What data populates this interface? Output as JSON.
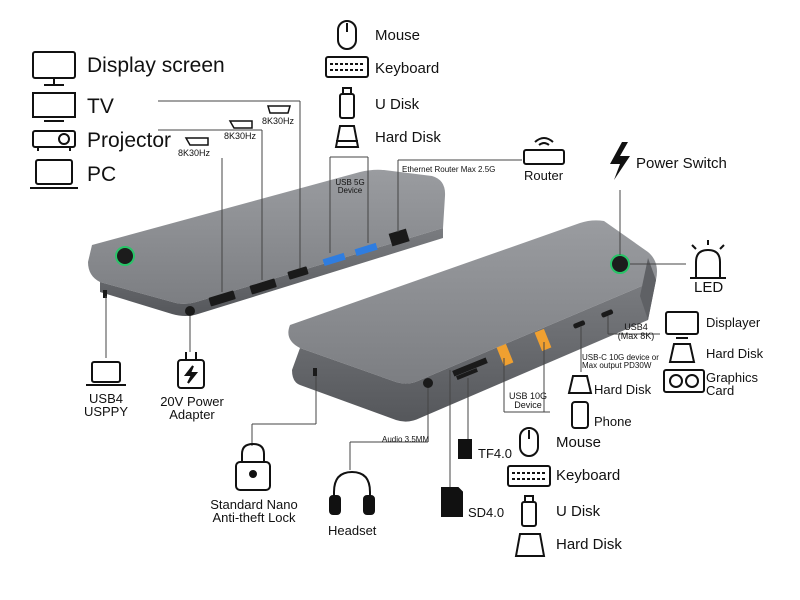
{
  "colors": {
    "hub_top": "#8c8e92",
    "hub_front": "#6a6c70",
    "port_blue": "#2f7de0",
    "port_orange": "#f0a030",
    "led": "#29c468",
    "line": "#444444"
  },
  "left_devices": {
    "display_screen": "Display screen",
    "tv": "TV",
    "projector": "Projector",
    "pc": "PC"
  },
  "hdmi_labels": [
    "8K30Hz",
    "8K30Hz",
    "8K30Hz"
  ],
  "top_devices": {
    "mouse": "Mouse",
    "keyboard": "Keyboard",
    "udisk": "U Disk",
    "harddisk": "Hard Disk"
  },
  "usb5g": {
    "line1": "USB 5G",
    "line2": "Device"
  },
  "ethernet": {
    "label": "Ethernet Router Max 2.5G",
    "router": "Router"
  },
  "power_switch": "Power Switch",
  "led": "LED",
  "usb4_right": {
    "line1": "USB4",
    "line2": "(Max 8K)"
  },
  "right_devices": {
    "displayer": "Displayer",
    "harddisk": "Hard Disk",
    "graphics1": "Graphics",
    "graphics2": "Card"
  },
  "usbc": {
    "line1": "USB-C 10G device or",
    "line2": "Max output PD30W",
    "harddisk": "Hard Disk",
    "phone": "Phone"
  },
  "usb10g": {
    "line1": "USB 10G",
    "line2": "Device"
  },
  "bottom_devices": {
    "mouse": "Mouse",
    "keyboard": "Keyboard",
    "udisk": "U Disk",
    "harddisk": "Hard Disk"
  },
  "usb4_left": {
    "line1": "USB4",
    "line2": "USPPY"
  },
  "power_adapter": {
    "line1": "20V Power",
    "line2": "Adapter"
  },
  "lock": {
    "line1": "Standard Nano",
    "line2": "Anti-theft Lock"
  },
  "audio": {
    "label": "Audio 3.5MM",
    "device": "Headset"
  },
  "cards": {
    "tf": "TF4.0",
    "sd": "SD4.0"
  }
}
